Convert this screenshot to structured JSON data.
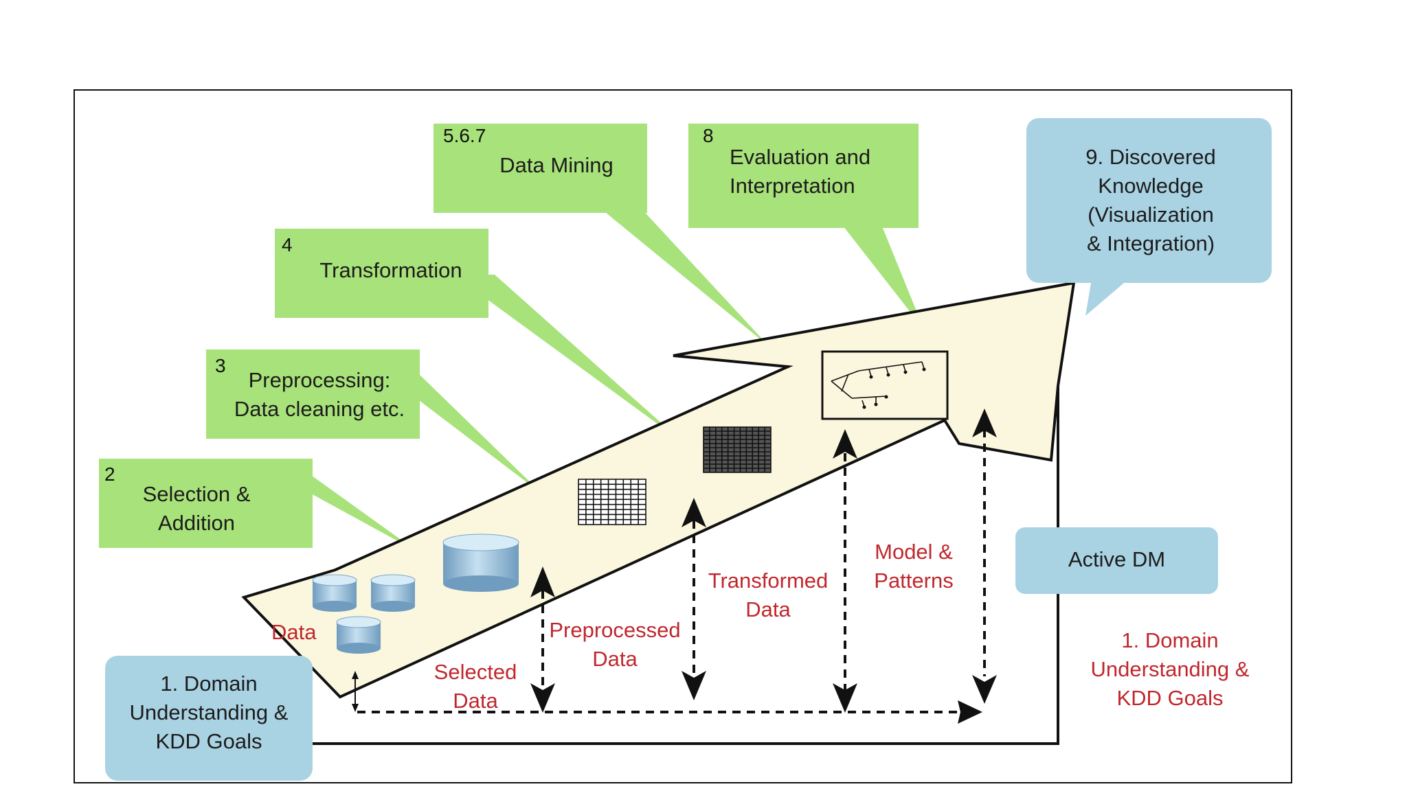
{
  "steps": {
    "s2": {
      "num": "2",
      "line1": "Selection &",
      "line2": "Addition"
    },
    "s3": {
      "num": "3",
      "line1": "Preprocessing:",
      "line2": "Data cleaning etc."
    },
    "s4": {
      "num": "4",
      "line1": "Transformation"
    },
    "s567": {
      "num": "5.6.7",
      "line1": "Data Mining"
    },
    "s8": {
      "num": "8",
      "line1": "Evaluation and",
      "line2": "Interpretation"
    },
    "s9": {
      "line1": "9.  Discovered",
      "line2": "Knowledge",
      "line3": "(Visualization",
      "line4": "& Integration)"
    }
  },
  "blue": {
    "domain": {
      "line1": "1. Domain",
      "line2": "Understanding &",
      "line3": "KDD Goals"
    },
    "active": "Active DM"
  },
  "red": {
    "data": "Data",
    "selected": {
      "line1": "Selected",
      "line2": "Data"
    },
    "preprocessed": {
      "line1": "Preprocessed",
      "line2": "Data"
    },
    "transformed": {
      "line1": "Transformed",
      "line2": "Data"
    },
    "model": {
      "line1": "Model &",
      "line2": "Patterns"
    },
    "domain_right": {
      "line1": "1. Domain",
      "line2": "Understanding &",
      "line3": "KDD Goals"
    }
  },
  "colors": {
    "green": "#a8e27a",
    "blue": "#a9d3e3",
    "arrow_fill": "#fbf7de",
    "red_text": "#c0272d"
  }
}
